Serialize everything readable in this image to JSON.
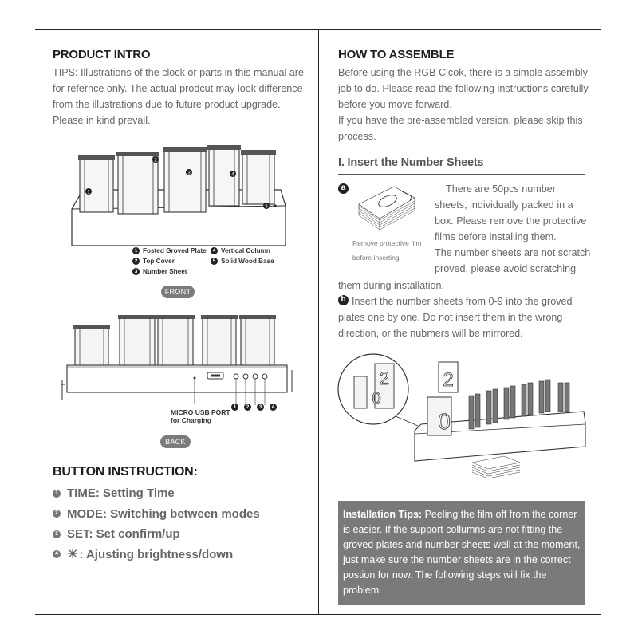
{
  "left": {
    "product_intro": {
      "title": "PRODUCT INTRO",
      "tips_lines": [
        "TIPS: Illustrations of the clock or parts in this manual are",
        "for refernce only. The actual prodcut may look difference",
        "from the illustrations due to future product upgrade.",
        "Please in kind prevail."
      ]
    },
    "front_illustration": {
      "callouts": [
        "1",
        "2",
        "3",
        "4",
        "5"
      ],
      "legend": [
        {
          "num": "1",
          "label": "Fosted Groved Plate"
        },
        {
          "num": "4",
          "label": "Vertical Column"
        },
        {
          "num": "2",
          "label": "Top Cover"
        },
        {
          "num": "5",
          "label": "Solid Wood Base"
        },
        {
          "num": "3",
          "label": "Number Sheet"
        }
      ],
      "view_label": "FRONT"
    },
    "back_illustration": {
      "usb_label_line1": "MICRO USB PORT",
      "usb_label_line2": "for Charging",
      "button_nums": [
        "1",
        "2",
        "3",
        "4"
      ],
      "view_label": "BACK"
    },
    "button_instruction": {
      "title": "BUTTON INSTRUCTION:",
      "items": [
        {
          "num": "1",
          "text": "TIME: Setting Time"
        },
        {
          "num": "2",
          "text": "MODE: Switching between modes"
        },
        {
          "num": "3",
          "text": "SET: Set confirm/up"
        },
        {
          "num": "4",
          "text": ": Ajusting brightness/down",
          "icon": "sun-icon"
        }
      ]
    }
  },
  "right": {
    "how_to_assemble": {
      "title": "HOW TO ASSEMBLE",
      "intro_lines": [
        "Before using the RGB Clcok, there is a simple assembly",
        "job to do.  Please read the following instructions carefully",
        "before you move forward.",
        "If you have the pre-assembled version, please skip this",
        "process."
      ]
    },
    "section1": {
      "title": "I. Insert the Number Sheets",
      "step_a": {
        "letter": "a",
        "caption_line1": "Remove protective film",
        "caption_line2": "before inserting",
        "text_lines": [
          "There are 50pcs number",
          "sheets, individually packed in a",
          "box. Please remove the protective",
          "films before installing them.",
          "The number sheets are not scratch",
          "proved, please avoid scratching"
        ],
        "continuation": "them during installation."
      },
      "step_b": {
        "letter": "b",
        "text_lines": [
          "Insert the number sheets from 0-9 into the groved",
          "plates one by one. Do not insert them in the wrong",
          "direction, or  the nubmers will be mirrored."
        ],
        "digits": [
          "2",
          "0",
          "2"
        ]
      }
    },
    "installation_tips": {
      "label": "Installation Tips:",
      "first_line_rest": " Peeling the film off from the corner",
      "lines": [
        "is  easier. If the support collumns are not  fitting the",
        "groved plates and number sheets well at the moment,",
        "just make sure the number sheets are in the correct",
        "postion for now. The following steps will fix the",
        "problem."
      ]
    }
  }
}
